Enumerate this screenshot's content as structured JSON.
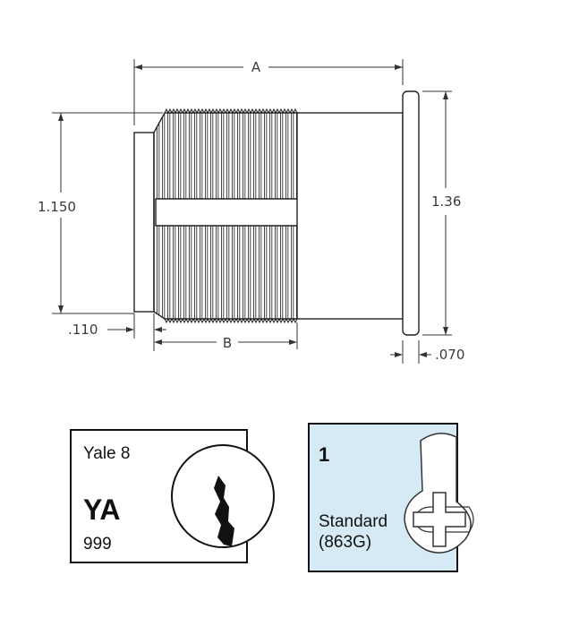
{
  "drawing": {
    "dim_a": "A",
    "dim_b": "B",
    "dim_height": "1.150",
    "dim_flange": "1.36",
    "dim_left": ".110",
    "dim_right": ".070"
  },
  "keyway_card": {
    "brand": "Yale 8",
    "code": "YA",
    "number": "999"
  },
  "cam_card": {
    "number": "1",
    "type": "Standard",
    "part": "(863G)",
    "bg_color": "#d5eaf5"
  }
}
